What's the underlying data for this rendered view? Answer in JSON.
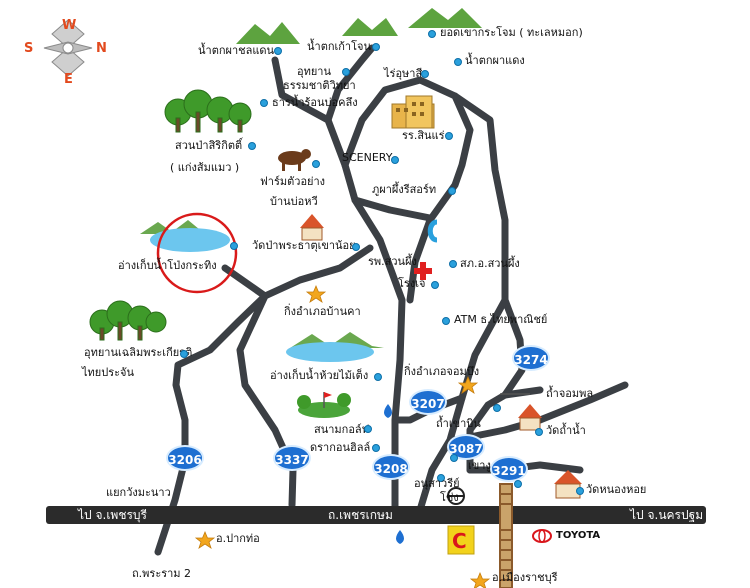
{
  "compass": {
    "west": "W",
    "south": "S",
    "north": "N",
    "east": "E",
    "letter_color": "#e24a1e"
  },
  "routes": {
    "r3206": "3206",
    "r3337": "3337",
    "r3208": "3208",
    "r3207": "3207",
    "r3087": "3087",
    "r3291": "3291",
    "r3274": "3274"
  },
  "highway": {
    "left_text": "ไป จ.เพชรบุรี",
    "center_text": "ถ.เพชรเกษม",
    "right_text": "ไป จ.นครปฐม"
  },
  "places": {
    "namtok_pha_chalaen": "น้ำตกผาชลแดน",
    "namtok_kao_chon": "น้ำตกเก้าโจน",
    "yod_khao_krachom": "ยอดเขากระโจม ( ทะเลหมอก)",
    "namtok_pha_daeng": "น้ำตกผาแดง",
    "utthayan_line1": "อุทยาน",
    "utthayan_line2": "ธรรมชาติวิทยา",
    "rai_upsri": "ไร่อุษาสี",
    "than_nam_ron": "ธารน้ำร้อนบ่อคลึง",
    "school": "รร.สินแร่",
    "suan_pa": "สวนป่าสิริกิตติ์",
    "kaeng_sam_maeo": "( แก่งส้มแมว )",
    "scenery": "SCENERY",
    "farm_line1": "ฟาร์มตัวอย่าง",
    "farm_line2": "บ้านบ่อหวี",
    "phu_pha_resort": "ภูผาผึ้งรีสอร์ท",
    "wat_pa": "วัดป่าพระธาตุเขาน้อย",
    "ang_pong": "อ่างเก็บน้ำโป่งกระทิง",
    "hospital": "รพ.สวนผึ้ง",
    "police": "สภ.อ.สวนผึ้ง",
    "rongje": "โรงเจ",
    "king_amphoe_ban_kha": "กิ่งอำเภอบ้านคา",
    "atm": "ATM ธ.ไทยพาณิชย์",
    "utthayan_chaloem_1": "อุทยานเฉลิมพระเกียรติ",
    "utthayan_chaloem_2": "ไทยประจัน",
    "ang_huai_mai_teng": "อ่างเก็บน้ำห้วยไม้เต็ง",
    "king_amphoe_chom_bueng": "กิ่งอำเภอจอมบึง",
    "tham_chom_phon": "ถ้ำจอมพล",
    "golf": "สนามกอล์ฟ",
    "dragon_hills": "ดรากอนฮิลล์",
    "tham_chao_bin": "ถ้ำเขาบิน",
    "wat_tham_nam": "วัดถ้ำน้ำ",
    "chedi_hak": "เขางู",
    "anusawari": "อนุสาวรีย์",
    "anusawari_2": "โช่ง",
    "wat_nong_hoi": "วัดหนองหอย",
    "yaeng_wang_manao": "แยกวังมะนาว",
    "pak_tho": "อ.ปากท่อ",
    "mueang_ratchaburi": "อ.เมืองราชบุรี",
    "rama2": "ถ.พระราม 2",
    "toyota": "TOYOTA"
  },
  "colors": {
    "road": "#3b3f44",
    "highway": "#2b2b2b",
    "badge": "#1e6fd1",
    "dot": "#2aa0dc",
    "circle_highlight": "#d91a1a",
    "tree": "#3f9a2a",
    "water": "#6cc6ee"
  }
}
